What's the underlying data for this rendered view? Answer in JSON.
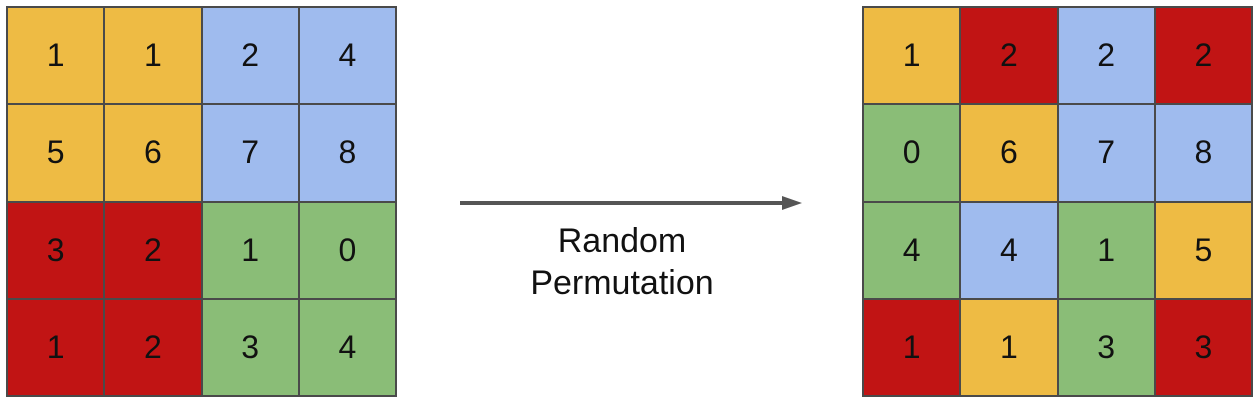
{
  "colors": {
    "yellow": "#eebb44",
    "blue": "#9fbbee",
    "red": "#c11414",
    "green": "#8abd77"
  },
  "left_grid": {
    "cells": [
      {
        "value": "1",
        "color": "yellow"
      },
      {
        "value": "1",
        "color": "yellow"
      },
      {
        "value": "2",
        "color": "blue"
      },
      {
        "value": "4",
        "color": "blue"
      },
      {
        "value": "5",
        "color": "yellow"
      },
      {
        "value": "6",
        "color": "yellow"
      },
      {
        "value": "7",
        "color": "blue"
      },
      {
        "value": "8",
        "color": "blue"
      },
      {
        "value": "3",
        "color": "red"
      },
      {
        "value": "2",
        "color": "red"
      },
      {
        "value": "1",
        "color": "green"
      },
      {
        "value": "0",
        "color": "green"
      },
      {
        "value": "1",
        "color": "red"
      },
      {
        "value": "2",
        "color": "red"
      },
      {
        "value": "3",
        "color": "green"
      },
      {
        "value": "4",
        "color": "green"
      }
    ]
  },
  "right_grid": {
    "cells": [
      {
        "value": "1",
        "color": "yellow"
      },
      {
        "value": "2",
        "color": "red"
      },
      {
        "value": "2",
        "color": "blue"
      },
      {
        "value": "2",
        "color": "red"
      },
      {
        "value": "0",
        "color": "green"
      },
      {
        "value": "6",
        "color": "yellow"
      },
      {
        "value": "7",
        "color": "blue"
      },
      {
        "value": "8",
        "color": "blue"
      },
      {
        "value": "4",
        "color": "green"
      },
      {
        "value": "4",
        "color": "blue"
      },
      {
        "value": "1",
        "color": "green"
      },
      {
        "value": "5",
        "color": "yellow"
      },
      {
        "value": "1",
        "color": "red"
      },
      {
        "value": "1",
        "color": "yellow"
      },
      {
        "value": "3",
        "color": "green"
      },
      {
        "value": "3",
        "color": "red"
      }
    ]
  },
  "arrow": {
    "label_line1": "Random",
    "label_line2": "Permutation"
  }
}
